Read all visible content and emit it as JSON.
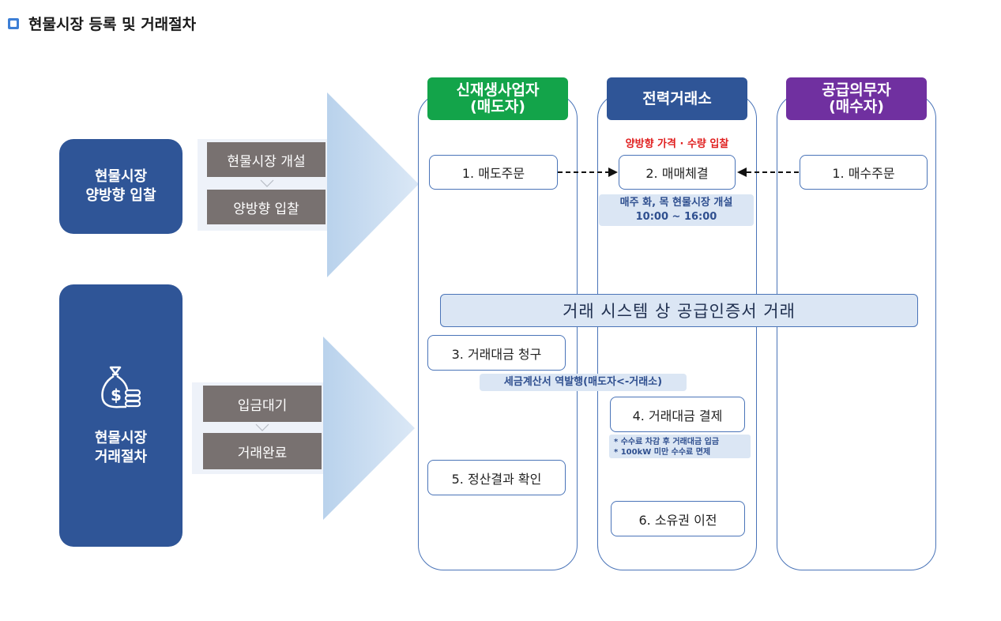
{
  "page_title": "현물시장 등록 및 거래절차",
  "colors": {
    "navy": "#2f5597",
    "green": "#13a44a",
    "blue_header": "#2f5597",
    "purple": "#7030a0",
    "gray_step": "#787170",
    "light_blue": "#dbe6f4",
    "red_note": "#e01e1e"
  },
  "left": {
    "bidding": {
      "line1": "현물시장",
      "line2": "양방향 입찰",
      "steps": [
        "현물시장 개설",
        "양방향 입찰"
      ]
    },
    "settlement": {
      "icon": "money-bag-coins-icon",
      "line1": "현물시장",
      "line2": "거래절차",
      "steps": [
        "입금대기",
        "거래완료"
      ]
    }
  },
  "lanes": {
    "seller": {
      "line1": "신재생사업자",
      "line2": "(매도자)"
    },
    "exchange": {
      "line1": "전력거래소"
    },
    "buyer": {
      "line1": "공급의무자",
      "line2": "(매수자)"
    }
  },
  "flow": {
    "bid_note": "양방향 가격 · 수량 입찰",
    "sell_order": "1. 매도주문",
    "match": "2. 매매체결",
    "buy_order": "1. 매수주문",
    "schedule_line1": "매주 화, 목 현물시장 개설",
    "schedule_line2": "10:00  ~ 16:00",
    "banner": "거래 시스템 상 공급인증서 거래",
    "invoice_request": "3. 거래대금 청구",
    "invoice_note": "세금계산서 역발행(매도자<-거래소)",
    "payment": "4. 거래대금 결제",
    "payment_note1": "* 수수료 차감 후 거래대금 입금",
    "payment_note2": "* 100kW 미만 수수료 면제",
    "confirm": "5. 정산결과 확인",
    "transfer": "6. 소유권 이전"
  }
}
